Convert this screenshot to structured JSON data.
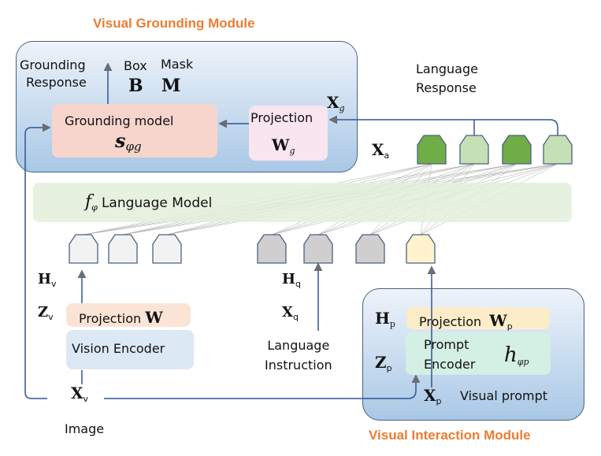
{
  "grounding_module": {
    "title": "Visual Grounding Module",
    "grounding_response": [
      "Grounding",
      "Response"
    ],
    "box_label": "Box",
    "box_symbol": "B",
    "mask_label": "Mask",
    "mask_symbol": "M",
    "grounding_model_label": "Grounding model",
    "grounding_model_symbol": "s",
    "grounding_model_sub": "φg",
    "projection_label": "Projection",
    "projection_symbol": "W",
    "projection_sub": "g",
    "xg_symbol": "X",
    "xg_sub": "g"
  },
  "language_response": [
    "Language",
    "Response"
  ],
  "xa_symbol": "X",
  "xa_sub": "a",
  "language_model": {
    "symbol": "f",
    "sub": "φ",
    "label": "Language Model"
  },
  "vision": {
    "hv": "H",
    "hv_sub": "v",
    "zv": "Z",
    "zv_sub": "v",
    "projection_label": "Projection",
    "projection_symbol": "W",
    "encoder_label": "Vision Encoder",
    "xv": "X",
    "xv_sub": "v",
    "image_label": "Image"
  },
  "language": {
    "hq": "H",
    "hq_sub": "q",
    "xq": "X",
    "xq_sub": "q",
    "instruction": [
      "Language",
      "Instruction"
    ]
  },
  "interaction_module": {
    "title": "Visual Interaction Module",
    "hp": "H",
    "hp_sub": "p",
    "projection_label": "Projection",
    "projection_symbol": "W",
    "projection_sub": "p",
    "zp": "Z",
    "zp_sub": "p",
    "encoder_label": [
      "Prompt",
      "Encoder"
    ],
    "encoder_symbol": "h",
    "encoder_sub": "φp",
    "xp": "X",
    "xp_sub": "p",
    "visual_prompt": "Visual prompt"
  },
  "colors": {
    "title": "#ec7d32",
    "dark_green": "#70ad47",
    "light_green": "#c5e0b4",
    "grey_token": "#d0cece",
    "light_token": "#f2f2f2",
    "yellow_token": "#fff2cc",
    "arrow": "#2f5597"
  }
}
